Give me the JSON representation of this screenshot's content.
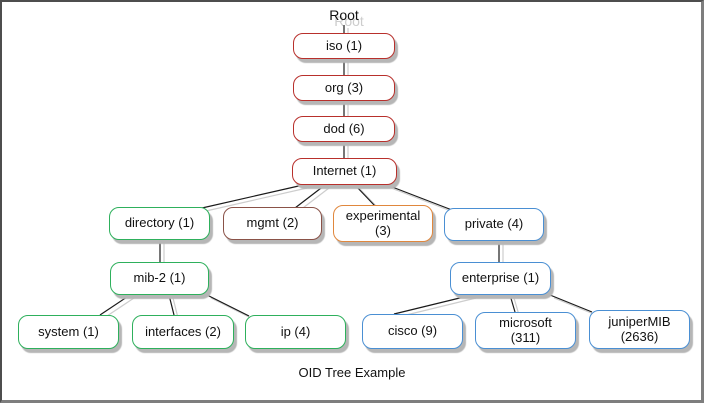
{
  "diagram": {
    "title": "OID Tree Example",
    "root_label": "Root",
    "caption": "OID Tree Example",
    "colors": {
      "standard_branch": "#b8302c",
      "mib2_branch": "#2eb05c",
      "mgmt_branch": "#8a5248",
      "experimental_branch": "#e0873d",
      "private_branch": "#4a8fd3",
      "shadow": "#b6b6b6",
      "line": "#1a1a1a"
    },
    "nodes": [
      {
        "id": "iso",
        "label": "iso (1)",
        "color": "red",
        "parent": "Root"
      },
      {
        "id": "org",
        "label": "org (3)",
        "color": "red",
        "parent": "iso"
      },
      {
        "id": "dod",
        "label": "dod (6)",
        "color": "red",
        "parent": "org"
      },
      {
        "id": "internet",
        "label": "Internet (1)",
        "color": "red",
        "parent": "dod"
      },
      {
        "id": "directory",
        "label": "directory (1)",
        "color": "green",
        "parent": "internet"
      },
      {
        "id": "mgmt",
        "label": "mgmt (2)",
        "color": "maroon",
        "parent": "internet"
      },
      {
        "id": "experimental",
        "label": "experimental",
        "label2": "(3)",
        "color": "orange",
        "parent": "internet"
      },
      {
        "id": "private",
        "label": "private (4)",
        "color": "blue",
        "parent": "internet"
      },
      {
        "id": "mib2",
        "label": "mib-2 (1)",
        "color": "green",
        "parent": "directory"
      },
      {
        "id": "enterprise",
        "label": "enterprise (1)",
        "color": "blue",
        "parent": "private"
      },
      {
        "id": "system",
        "label": "system (1)",
        "color": "green",
        "parent": "mib2"
      },
      {
        "id": "interfaces",
        "label": "interfaces (2)",
        "color": "green",
        "parent": "mib2"
      },
      {
        "id": "ip",
        "label": "ip (4)",
        "color": "green",
        "parent": "mib2"
      },
      {
        "id": "cisco",
        "label": "cisco (9)",
        "color": "blue",
        "parent": "enterprise"
      },
      {
        "id": "microsoft",
        "label": "microsoft",
        "label2": "(311)",
        "color": "blue",
        "parent": "enterprise"
      },
      {
        "id": "junipermib",
        "label": "juniperMIB",
        "label2": "(2636)",
        "color": "blue",
        "parent": "enterprise"
      }
    ]
  }
}
